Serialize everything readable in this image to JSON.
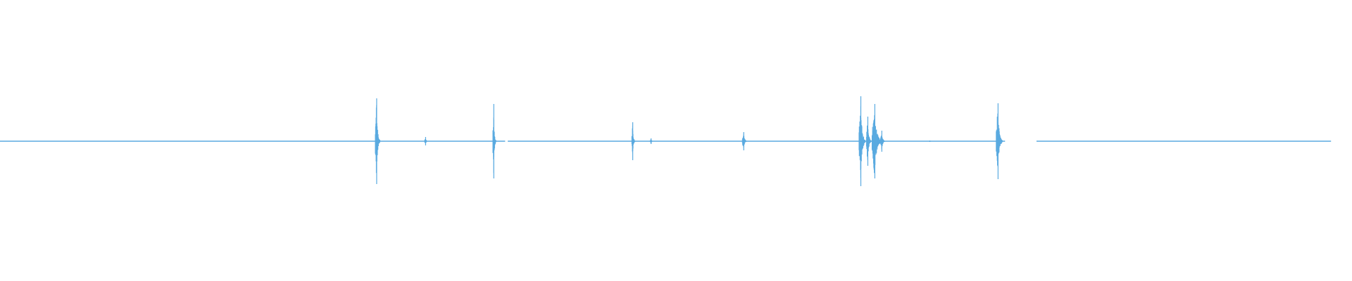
{
  "chart_data": {
    "type": "waveform",
    "title": "",
    "xlabel": "",
    "ylabel": "",
    "xlim": [
      0,
      1523
    ],
    "ylim": [
      -1,
      1
    ],
    "grid": false,
    "legend": "none",
    "series_color": "#5aaae0",
    "baseline_segments": [
      [
        0,
        578
      ],
      [
        581,
        1150
      ],
      [
        1186,
        1523
      ]
    ],
    "bursts": [
      {
        "x": 431,
        "amp_up": 0.61,
        "amp_down": 0.61,
        "width": 3
      },
      {
        "x": 487,
        "amp_up": 0.06,
        "amp_down": 0.06,
        "width": 2
      },
      {
        "x": 565,
        "amp_up": 0.53,
        "amp_down": 0.53,
        "width": 2
      },
      {
        "x": 724,
        "amp_up": 0.27,
        "amp_down": 0.27,
        "width": 2
      },
      {
        "x": 745,
        "amp_up": 0.04,
        "amp_down": 0.04,
        "width": 2
      },
      {
        "x": 851,
        "amp_up": 0.13,
        "amp_down": 0.13,
        "width": 3
      },
      {
        "x": 985,
        "amp_up": 0.64,
        "amp_down": 0.64,
        "width": 4
      },
      {
        "x": 993,
        "amp_up": 0.35,
        "amp_down": 0.35,
        "width": 3
      },
      {
        "x": 1001,
        "amp_up": 0.53,
        "amp_down": 0.53,
        "width": 6
      },
      {
        "x": 1009,
        "amp_up": 0.15,
        "amp_down": 0.15,
        "width": 3
      },
      {
        "x": 1064,
        "amp_up": 0.01,
        "amp_down": 0.01,
        "width": 2
      },
      {
        "x": 1142,
        "amp_up": 0.54,
        "amp_down": 0.54,
        "width": 4
      }
    ]
  }
}
